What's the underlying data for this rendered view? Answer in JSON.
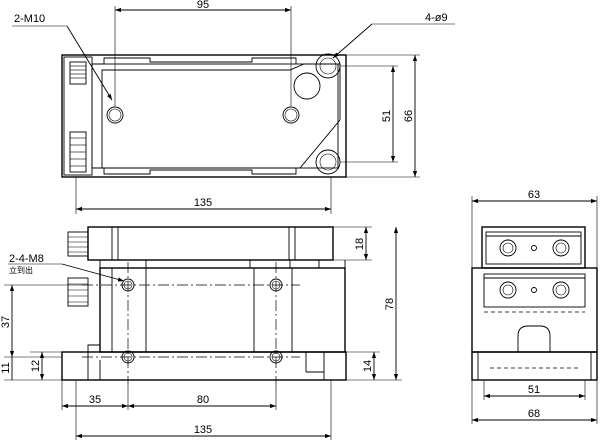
{
  "labels": {
    "callout_m10": "2-M10",
    "callout_holes": "4-ø9",
    "callout_m8": "2-4-M8",
    "callout_m8_note": "立到出"
  },
  "dimensions": {
    "top_95": "95",
    "top_51": "51",
    "top_66": "66",
    "top_135": "135",
    "front_18": "18",
    "front_78": "78",
    "front_37": "37",
    "front_11": "11",
    "front_12": "12",
    "front_14": "14",
    "front_35": "35",
    "front_80": "80",
    "front_135": "135",
    "side_63": "63",
    "side_51": "51",
    "side_68": "68"
  }
}
